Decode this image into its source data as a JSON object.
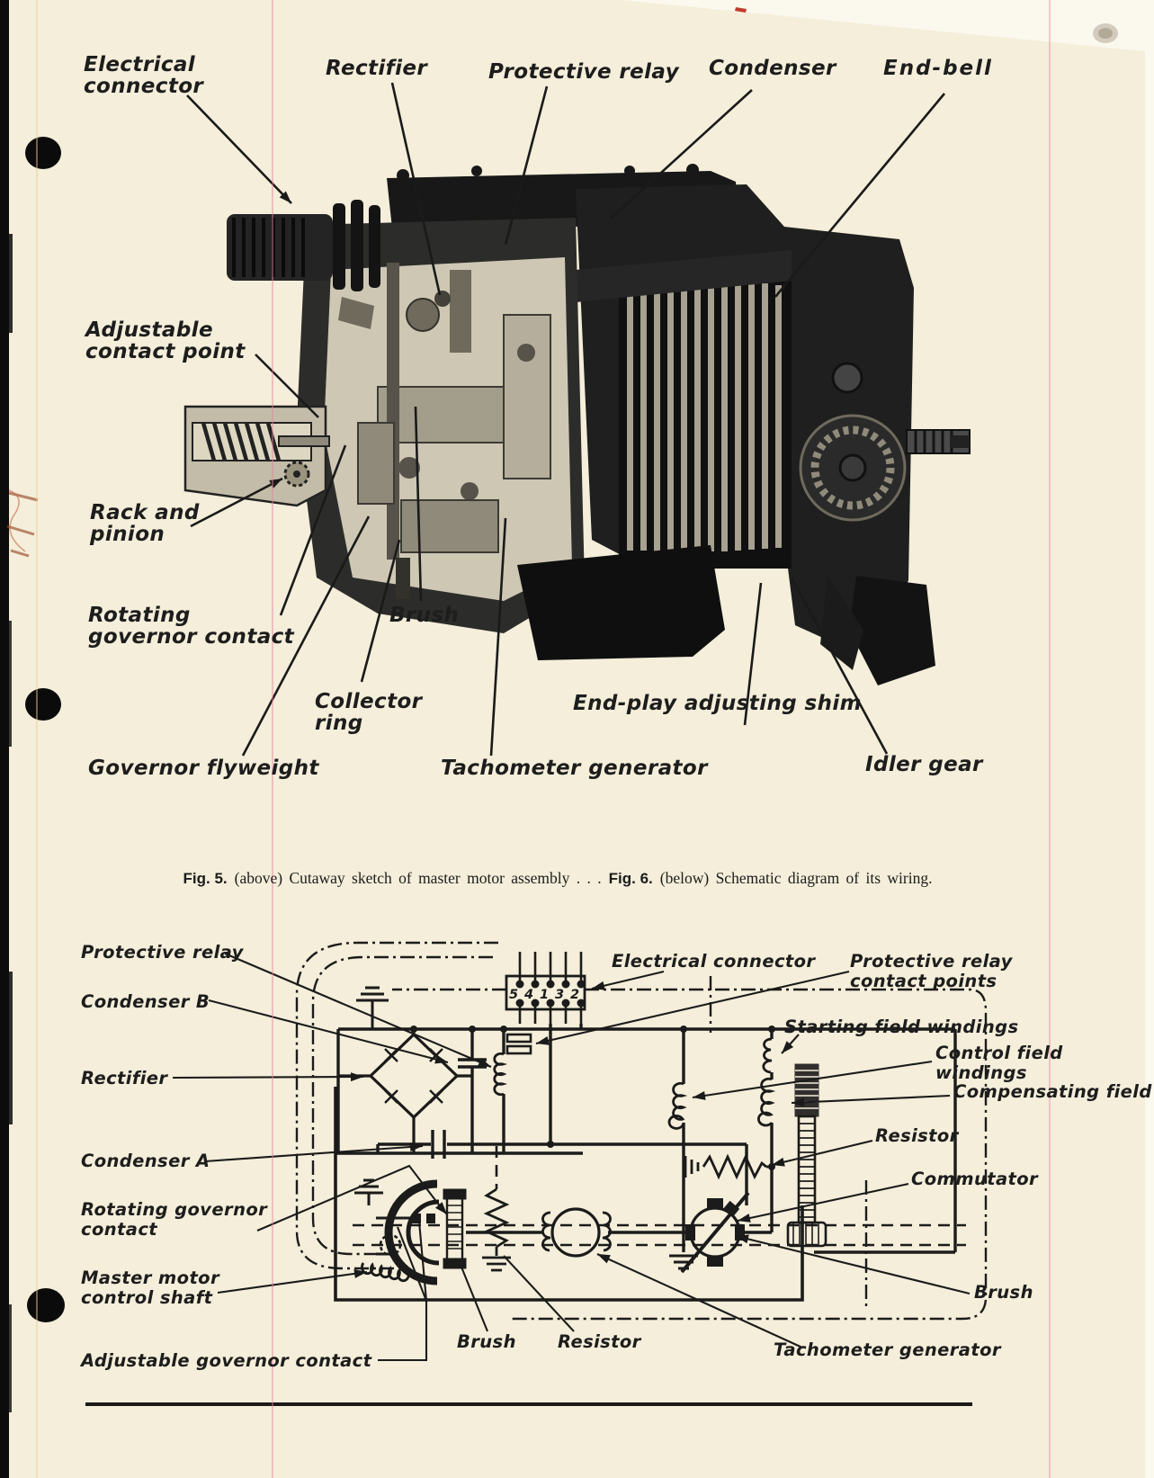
{
  "caption": {
    "fig5_label": "Fig. 5.",
    "fig5_text": "(above) Cutaway sketch of master motor assembly . . .",
    "fig6_label": "Fig. 6.",
    "fig6_text": "(below) Schematic diagram of its wiring."
  },
  "fig5": {
    "labels": {
      "electrical_connector": "Electrical\nconnector",
      "rectifier": "Rectifier",
      "protective_relay": "Protective relay",
      "condenser": "Condenser",
      "end_bell": "End-bell",
      "adjustable_contact_point": "Adjustable\ncontact point",
      "rack_and_pinion": "Rack and\npinion",
      "rotating_governor_contact": "Rotating\ngovernor contact",
      "brush": "Brush",
      "collector_ring": "Collector\nring",
      "governor_flyweight": "Governor flyweight",
      "end_play_adjusting_shim": "End-play adjusting shim",
      "tachometer_generator": "Tachometer generator",
      "idler_gear": "Idler gear"
    }
  },
  "fig6": {
    "labels": {
      "protective_relay": "Protective relay",
      "condenser_b": "Condenser B",
      "rectifier": "Rectifier",
      "condenser_a": "Condenser A",
      "rotating_governor_contact": "Rotating governor\ncontact",
      "master_motor_control_shaft": "Master motor\ncontrol shaft",
      "adjustable_governor_contact": "Adjustable governor contact",
      "electrical_connector": "Electrical connector",
      "protective_relay_contact_points": "Protective relay\ncontact points",
      "starting_field_windings": "Starting field windings",
      "control_field_windings": "Control field windings",
      "compensating_field": "Compensating field",
      "resistor_right": "Resistor",
      "commutator": "Commutator",
      "brush_right": "Brush",
      "brush_bottom": "Brush",
      "resistor_bottom": "Resistor",
      "tachometer_generator": "Tachometer generator"
    },
    "connector_pins": [
      "5",
      "4",
      "1",
      "3",
      "2"
    ]
  }
}
